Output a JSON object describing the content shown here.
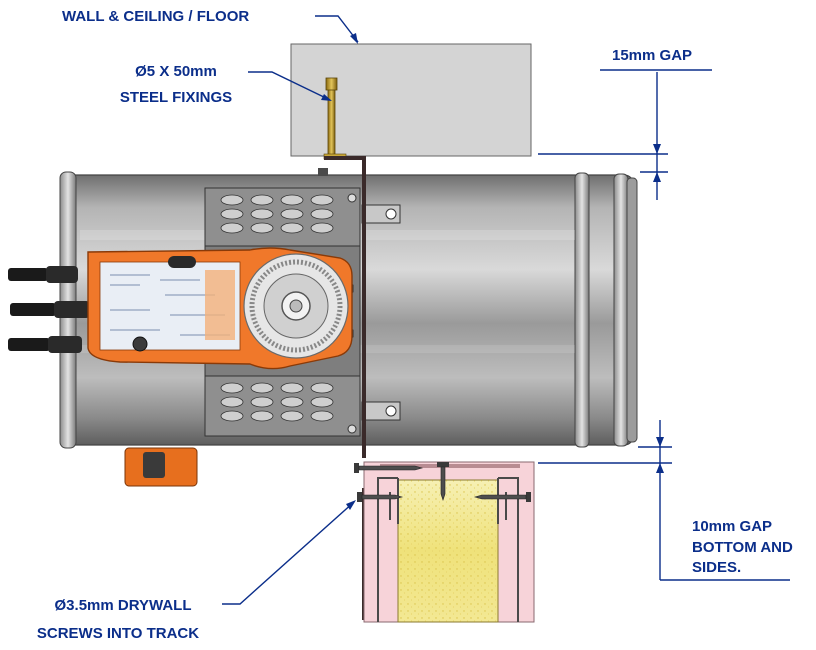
{
  "labels": {
    "wall_ceiling_floor": "WALL & CEILING / FLOOR",
    "fixings_line1": "Ø5 X 50mm",
    "fixings_line2": "STEEL FIXINGS",
    "gap_top": "15mm GAP",
    "gap_bottom_line1": "10mm GAP",
    "gap_bottom_line2": "BOTTOM AND",
    "gap_bottom_line3": "SIDES.",
    "screws_line1": "Ø3.5mm DRYWALL",
    "screws_line2": "SCREWS INTO TRACK"
  },
  "colors": {
    "annotation": "#0b2e8a",
    "actuator": "#f0782a",
    "duct_metal": "#a9a9a9",
    "wall_block": "#d3d3d3",
    "drywall_board": "#f7d3d9",
    "insulation": "#f4eb9a"
  },
  "icons": {
    "actuator": "damper-actuator",
    "screw": "drywall-screw",
    "fixing": "steel-fixing-bolt"
  }
}
